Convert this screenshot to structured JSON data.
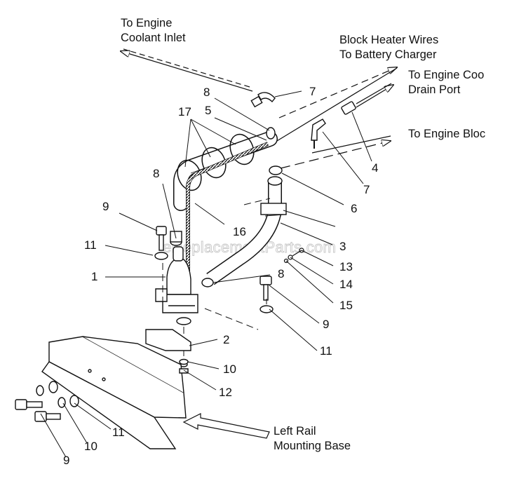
{
  "watermark": "eReplacementParts.com",
  "notes": {
    "coolant_inlet": [
      "To Engine",
      "Coolant Inlet"
    ],
    "heater_wires": [
      "Block Heater Wires",
      "To Battery Charger"
    ],
    "drain_port": [
      "To Engine Coo",
      "Drain Port"
    ],
    "engine_block": "To Engine Bloc",
    "rail": [
      "Left Rail",
      "Mounting Base"
    ]
  },
  "callouts": [
    "7",
    "8",
    "17",
    "5",
    "4",
    "7",
    "8",
    "9",
    "16",
    "6",
    "11",
    "3",
    "13",
    "1",
    "8",
    "14",
    "15",
    "9",
    "11",
    "2",
    "10",
    "12",
    "11",
    "10",
    "9"
  ]
}
